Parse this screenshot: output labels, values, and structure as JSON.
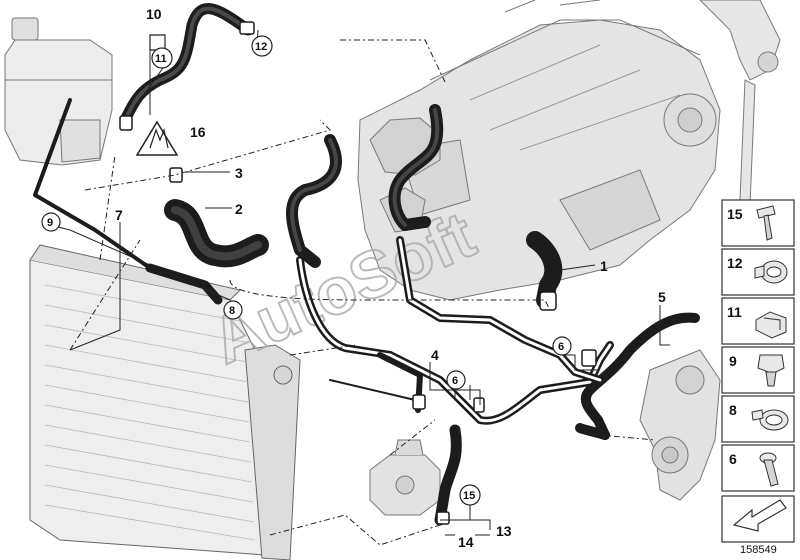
{
  "diagram": {
    "callouts": {
      "c1": "1",
      "c2": "2",
      "c3": "3",
      "c4": "4",
      "c5": "5",
      "c6a": "6",
      "c6b": "6",
      "c7": "7",
      "c8": "8",
      "c9": "9",
      "c10": "10",
      "c11": "11",
      "c12": "12",
      "c13": "13",
      "c14": "14",
      "c15": "15",
      "c16": "16"
    },
    "legend": [
      {
        "num": "15",
        "icon": "screw-icon"
      },
      {
        "num": "12",
        "icon": "hose-clamp-icon"
      },
      {
        "num": "11",
        "icon": "spring-clip-icon"
      },
      {
        "num": "9",
        "icon": "holder-clip-icon"
      },
      {
        "num": "8",
        "icon": "worm-clamp-icon"
      },
      {
        "num": "6",
        "icon": "bolt-icon"
      }
    ],
    "legend_arrow_icon": "assembly-arrow-icon",
    "part_number": "158549",
    "watermark": "AutoSoft",
    "colors": {
      "hose": "#1c1c1c",
      "line": "#222222",
      "engine": "#c4c4c4",
      "watermark": "#aaaaaa"
    }
  }
}
